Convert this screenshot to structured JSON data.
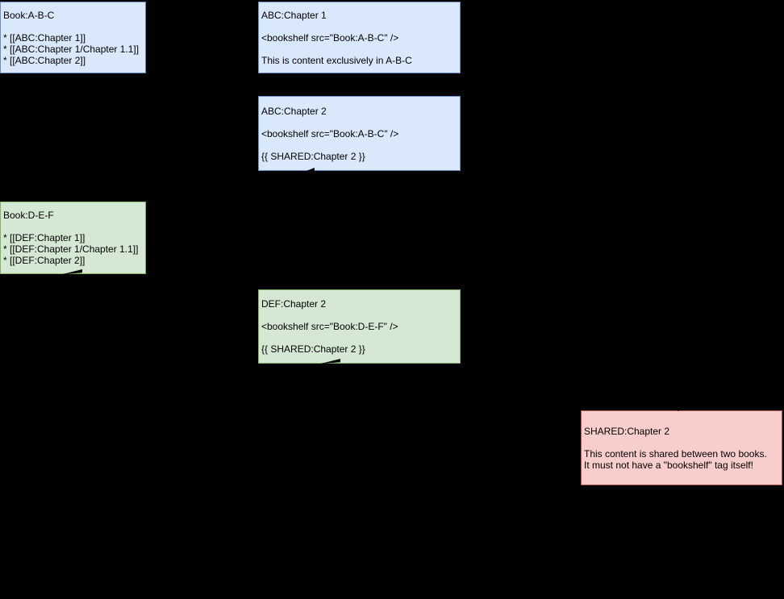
{
  "diagram": {
    "background": "#000000",
    "nodes": {
      "book_abc": {
        "text": "Book:A-B-C\n\n* [[ABC:Chapter 1]]\n* [[ABC:Chapter 1/Chapter 1.1]]\n* [[ABC:Chapter 2]]",
        "fill": "#dae8fc",
        "border": "#6c8ebf"
      },
      "abc_chapter_1": {
        "text": "ABC:Chapter 1\n\n<bookshelf src=\"Book:A-B-C\" />\n\nThis is content exclusively in A-B-C",
        "fill": "#dae8fc",
        "border": "#6c8ebf"
      },
      "abc_chapter_2": {
        "text": "ABC:Chapter 2\n\n<bookshelf src=\"Book:A-B-C\" />\n\n{{ SHARED:Chapter 2 }}",
        "fill": "#dae8fc",
        "border": "#6c8ebf"
      },
      "book_def": {
        "text": "Book:D-E-F\n\n* [[DEF:Chapter 1]]\n* [[DEF:Chapter 1/Chapter 1.1]]\n* [[DEF:Chapter 2]]",
        "fill": "#d5e8d4",
        "border": "#82b366"
      },
      "def_chapter_2": {
        "text": "DEF:Chapter 2\n\n<bookshelf src=\"Book:D-E-F\" />\n\n{{ SHARED:Chapter 2 }}",
        "fill": "#d5e8d4",
        "border": "#82b366"
      },
      "shared_chapter_2": {
        "text": "SHARED:Chapter 2\n\nThis content is shared between two books.\nIt must not have a \"bookshelf\" tag itself!",
        "fill": "#f8cecc",
        "border": "#b85450"
      }
    },
    "connectors": {
      "color": "#000000",
      "arrowheads": [
        "into-book-def-bottom",
        "into-def-chapter-2-bottom",
        "into-abc-chapter-2-bottom",
        "into-shared-chapter-2-top"
      ]
    }
  }
}
